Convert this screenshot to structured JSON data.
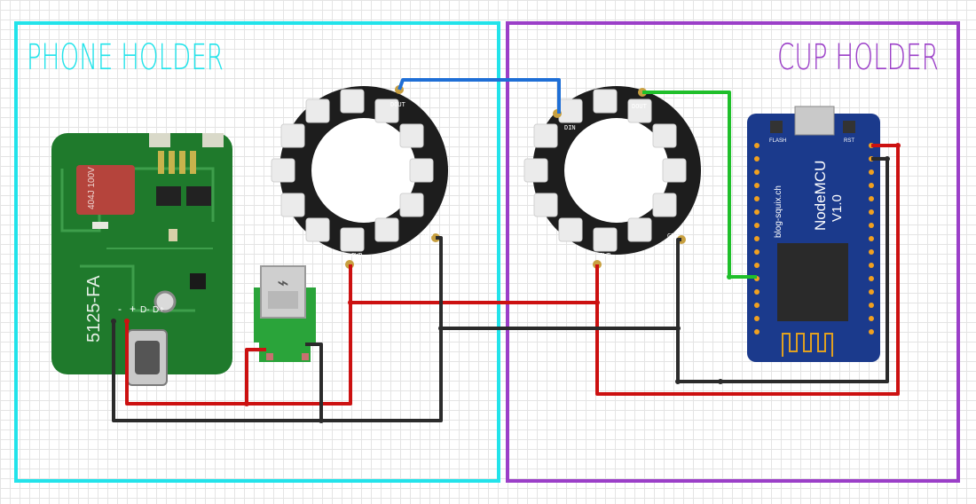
{
  "zones": {
    "phone": {
      "title": "PHONE HOLDER",
      "color": "#22e3ea"
    },
    "cup": {
      "title": "CUP HOLDER",
      "color": "#9b3fc8"
    }
  },
  "charger_board": {
    "model_text": "5125-FA",
    "capacitor_text": "404J 100V",
    "pin_labels": [
      "-",
      "+",
      "D-",
      "D+"
    ]
  },
  "usb_breakout": {
    "icon": "usb-icon"
  },
  "led_ring": {
    "pin_labels": {
      "in": "DIN",
      "out": "DOUT",
      "vcc": "PWR",
      "gnd": "GND"
    }
  },
  "nodemcu": {
    "title": "NodeMCU",
    "version": "V1.0",
    "site": "blog-squix.ch",
    "button_labels": {
      "flash": "FLASH",
      "rst": "RST"
    }
  },
  "wire_colors": {
    "power": "#cc1111",
    "ground": "#2b2b2b",
    "data_between_rings": "#1f6fd6",
    "data_from_mcu": "#1fbf2a"
  }
}
